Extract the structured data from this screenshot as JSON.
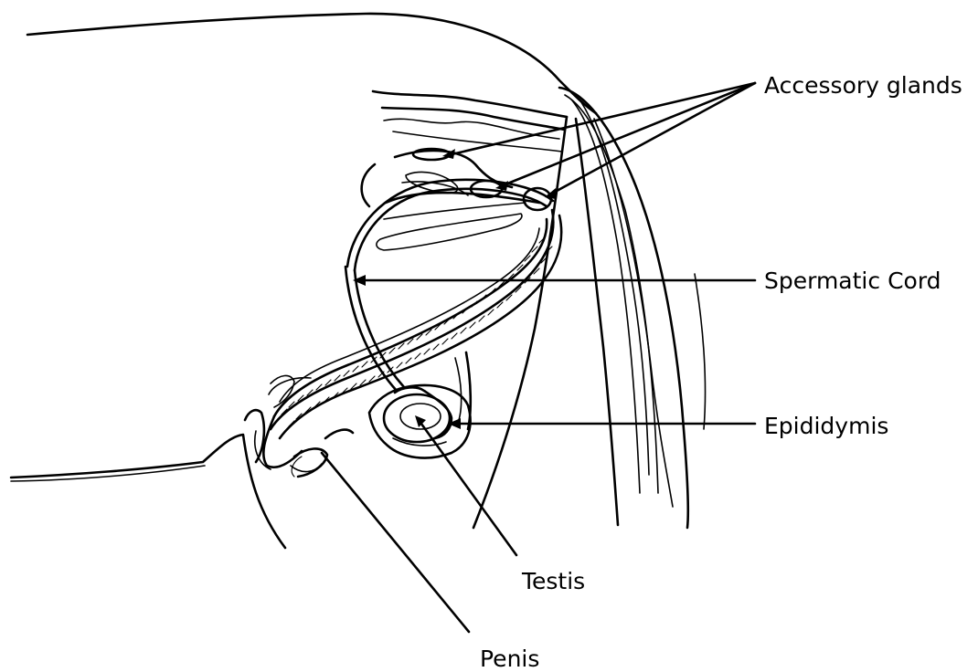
{
  "labels": {
    "accessory_glands": "Accessory glands",
    "spermatic_cord": "Spermatic Cord",
    "epididymis": "Epididymis",
    "testis": "Testis",
    "penis": "Penis"
  },
  "colors": {
    "line": "#000000",
    "background": "#ffffff"
  }
}
